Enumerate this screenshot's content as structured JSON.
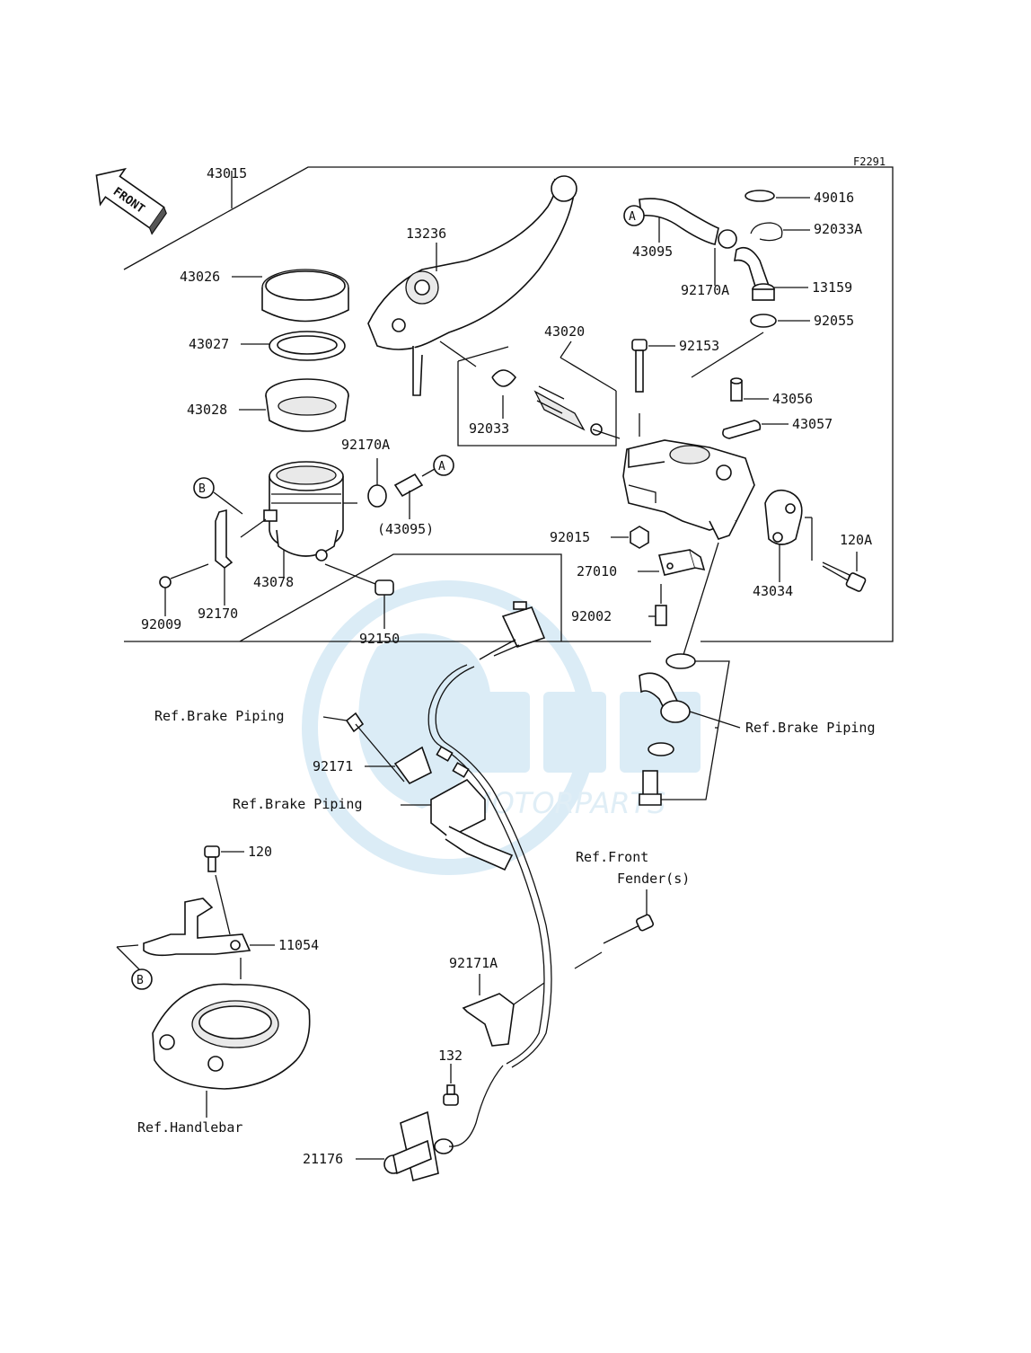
{
  "diagram": {
    "figure_code": "F2291",
    "front_marker": "FRONT",
    "ref_markers": [
      "A",
      "B"
    ],
    "watermark": {
      "brand": "OEM",
      "sub": "MOTORPARTS",
      "color": "#cfe6f3"
    },
    "labels": {
      "p43015": "43015",
      "p13236": "13236",
      "p43026": "43026",
      "p43027": "43027",
      "p43028": "43028",
      "p92170A_1": "92170A",
      "p43095_paren": "(43095)",
      "p43078": "43078",
      "p92170": "92170",
      "p92009": "92009",
      "p92150": "92150",
      "p43020": "43020",
      "p92033": "92033",
      "p43095": "43095",
      "p92170A_2": "92170A",
      "p49016": "49016",
      "p92033A": "92033A",
      "p13159": "13159",
      "p92055": "92055",
      "p92153": "92153",
      "p43056": "43056",
      "p43057": "43057",
      "p92015": "92015",
      "p27010": "27010",
      "p92002": "92002",
      "p43034": "43034",
      "p120A": "120A",
      "ref_brake_1": "Ref.Brake Piping",
      "ref_brake_2": "Ref.Brake Piping",
      "ref_brake_3": "Ref.Brake Piping",
      "p92171": "92171",
      "ref_front": "Ref.Front",
      "fender": "Fender(s)",
      "p120": "120",
      "p11054": "11054",
      "p92171A": "92171A",
      "p132": "132",
      "ref_handlebar": "Ref.Handlebar",
      "p21176": "21176"
    }
  }
}
